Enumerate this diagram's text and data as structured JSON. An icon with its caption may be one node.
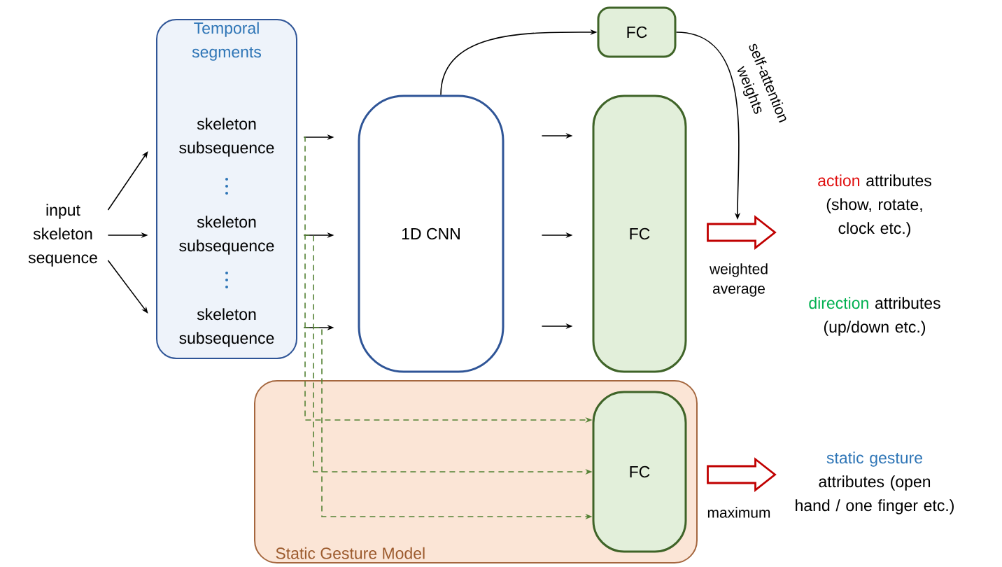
{
  "diagram": {
    "nodes": [
      {
        "text": [
          "input skeleton sequence"
        ]
      },
      {
        "text": [
          "Temporal segments"
        ]
      },
      {
        "text": [
          "skeleton subsequence"
        ],
        "in": 1
      },
      {
        "text": [
          "skeleton subsequence"
        ],
        "in": 1
      },
      {
        "text": [
          "skeleton subsequence"
        ],
        "in": 1
      },
      {
        "text": [
          "1D CNN"
        ]
      },
      {
        "text": [
          "FC"
        ]
      },
      {
        "text": [
          "FC"
        ]
      },
      {
        "text": [
          "Static Gesture Model"
        ]
      },
      {
        "text": [
          "FC"
        ],
        "in": 8
      },
      {
        "text": [
          "action",
          "attributes (show, rotate, clock etc.)"
        ]
      },
      {
        "text": [
          "direction",
          "attributes (up/down etc.)"
        ]
      },
      {
        "text": [
          "static gesture",
          "attributes (open hand / one finger etc.)"
        ]
      }
    ],
    "edges": [
      {
        "from": 0,
        "to": 2,
        "arrow": "to"
      },
      {
        "from": 0,
        "to": 3,
        "arrow": "to"
      },
      {
        "from": 0,
        "to": 4,
        "arrow": "to"
      },
      {
        "from": 2,
        "to": 5,
        "arrow": "to"
      },
      {
        "from": 3,
        "to": 5,
        "arrow": "to"
      },
      {
        "from": 4,
        "to": 5,
        "arrow": "to"
      },
      {
        "from": 5,
        "to": 7,
        "arrow": "to"
      },
      {
        "from": 5,
        "to": 7,
        "arrow": "to"
      },
      {
        "from": 5,
        "to": 7,
        "arrow": "to"
      },
      {
        "from": 5,
        "to": 6,
        "arrow": "to"
      },
      {
        "from": 6,
        "to": null,
        "arrow": "to",
        "label": "self-attention weights"
      },
      {
        "from": 7,
        "to": 10,
        "arrow": "to",
        "label": "weighted average",
        "style": "thick",
        "color": "#c00000"
      },
      {
        "from": 2,
        "to": 9,
        "arrow": "to",
        "style": "dashed",
        "color": "#548235"
      },
      {
        "from": 3,
        "to": 9,
        "arrow": "to",
        "style": "dashed",
        "color": "#548235"
      },
      {
        "from": 4,
        "to": 9,
        "arrow": "to",
        "style": "dashed",
        "color": "#548235"
      },
      {
        "from": 9,
        "to": 12,
        "arrow": "to",
        "label": "maximum",
        "style": "thick",
        "color": "#c00000"
      }
    ]
  }
}
